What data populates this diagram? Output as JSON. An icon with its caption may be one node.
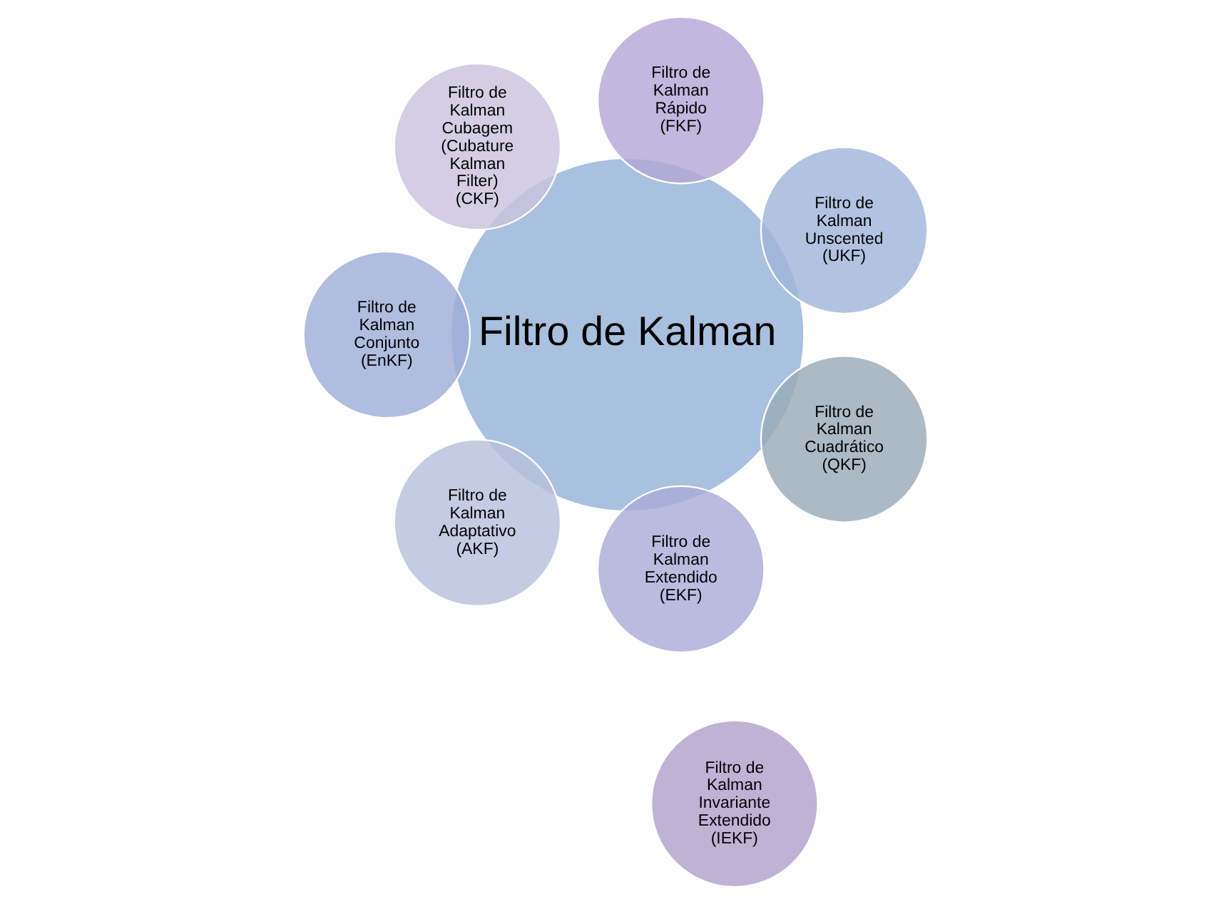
{
  "diagram": {
    "nodes": [
      {
        "text": [
          "Filtro de Kalman"
        ]
      },
      {
        "text": [
          "Filtro de Kalman Unscented",
          "(UKF)"
        ]
      },
      {
        "text": [
          "Filtro de Kalman Rápido",
          "(FKF)"
        ]
      },
      {
        "text": [
          "Filtro de Kalman Cubagem",
          "(Cubature Kalman Filter)",
          "(CKF)"
        ]
      },
      {
        "text": [
          "Filtro de Kalman Conjunto",
          "(EnKF)"
        ]
      },
      {
        "text": [
          "Filtro de Kalman Adaptativo",
          "(AKF)"
        ]
      },
      {
        "text": [
          "Filtro de Kalman Invariante Extendido",
          "(IEKF)"
        ]
      },
      {
        "text": [
          "Filtro de Kalman Extendido",
          "(EKF)"
        ]
      },
      {
        "text": [
          "Filtro de Kalman Cuadrático",
          "(QKF)"
        ]
      }
    ]
  }
}
